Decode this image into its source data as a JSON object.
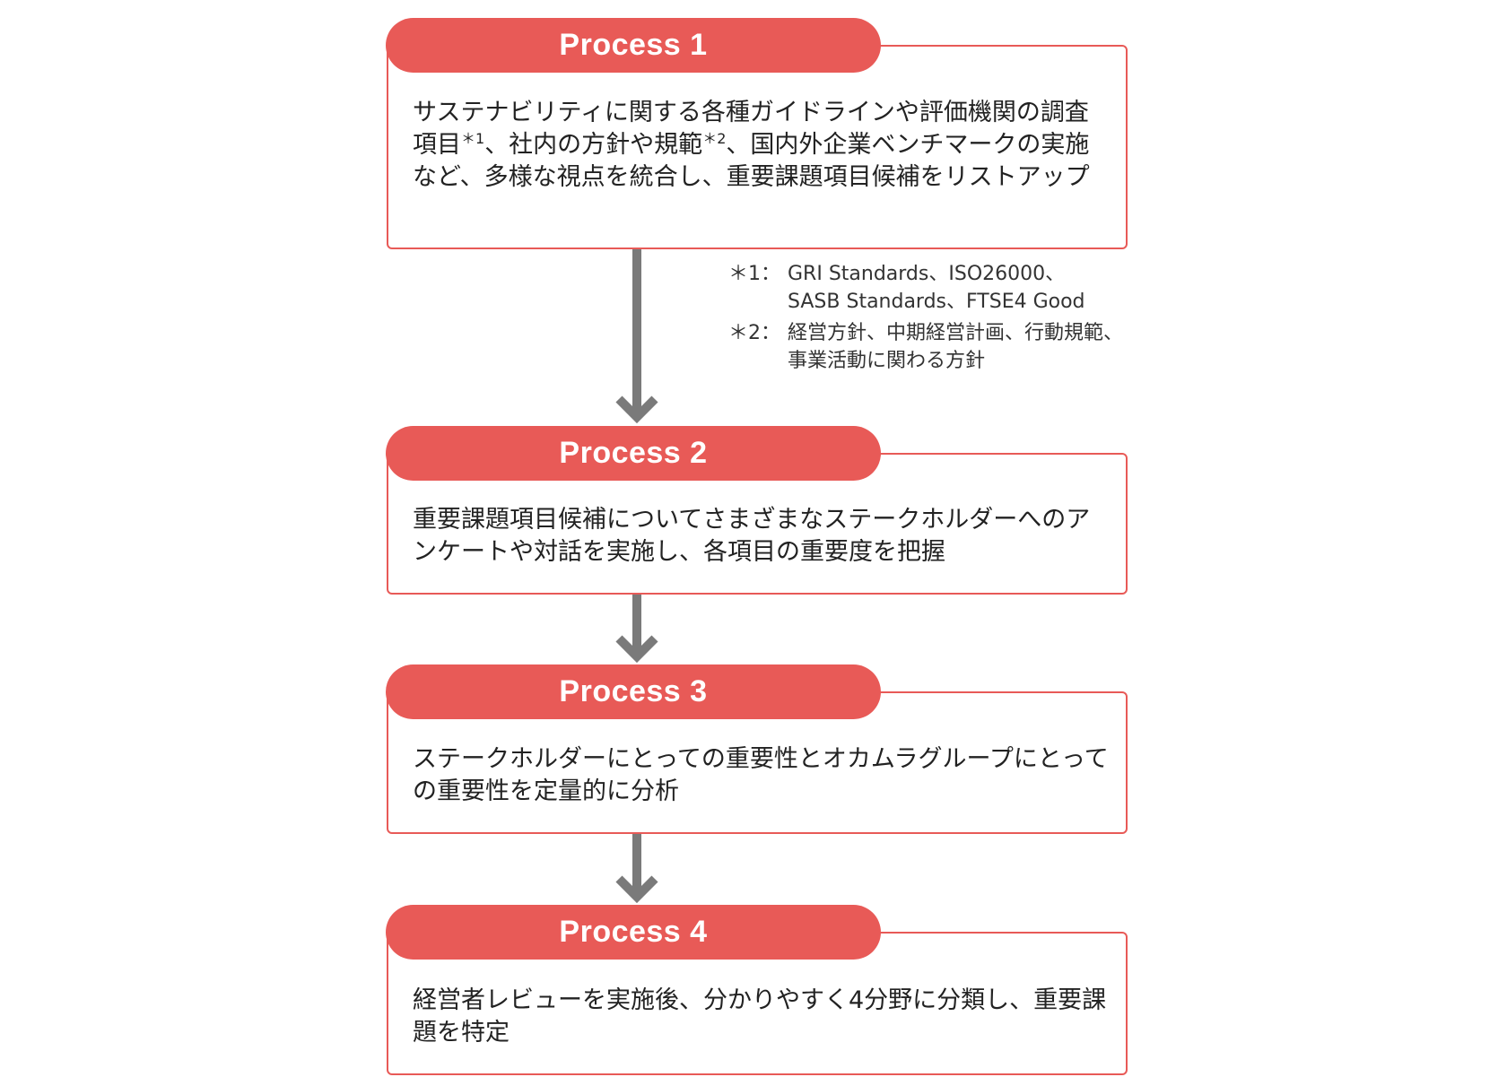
{
  "steps": [
    {
      "label": "Process 1",
      "text_parts": [
        "サステナビリティに関する各種ガイドラインや評価機関の調査項目",
        "＊1",
        "、社内の方針や規範",
        "＊2",
        "、国内外企業ベンチマークの実施など、多様な視点を統合し、重要課題項目候補をリストアップ"
      ]
    },
    {
      "label": "Process 2",
      "text": "重要課題項目候補についてさまざまなステークホルダーへのアンケートや対話を実施し、各項目の重要度を把握"
    },
    {
      "label": "Process 3",
      "text": "ステークホルダーにとっての重要性とオカムラグループにとっての重要性を定量的に分析"
    },
    {
      "label": "Process 4",
      "text": "経営者レビューを実施後、分かりやすく4分野に分類し、重要課題を特定"
    }
  ],
  "notes": [
    {
      "mark": "＊1：",
      "line1": "GRI Standards、ISO26000、",
      "line2": "SASB Standards、FTSE4 Good"
    },
    {
      "mark": "＊2：",
      "line1": "経営方針、中期経営計画、行動規範、",
      "line2": "事業活動に関わる方針"
    }
  ],
  "colors": {
    "accent": "#e85a57",
    "arrow": "#7a7a7a"
  }
}
